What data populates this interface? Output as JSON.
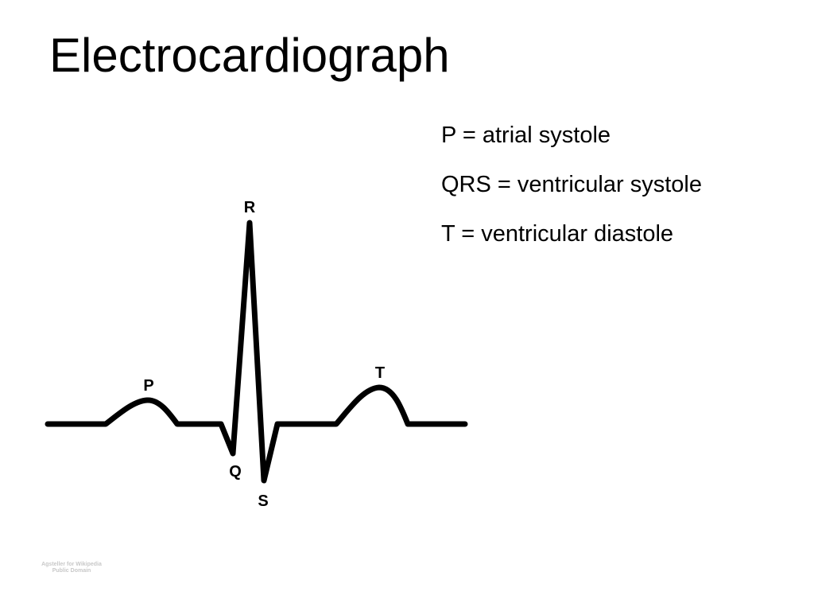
{
  "title": "Electrocardiograph",
  "legend": [
    "P = atrial systole",
    "QRS = ventricular systole",
    "T = ventricular diastole"
  ],
  "waveform": {
    "labels": {
      "p": "P",
      "q": "Q",
      "r": "R",
      "s": "S",
      "t": "T"
    },
    "line_color": "#000000"
  },
  "credit": {
    "line1": "Agsteller for Wikipedia",
    "line2": "Public Domain"
  }
}
